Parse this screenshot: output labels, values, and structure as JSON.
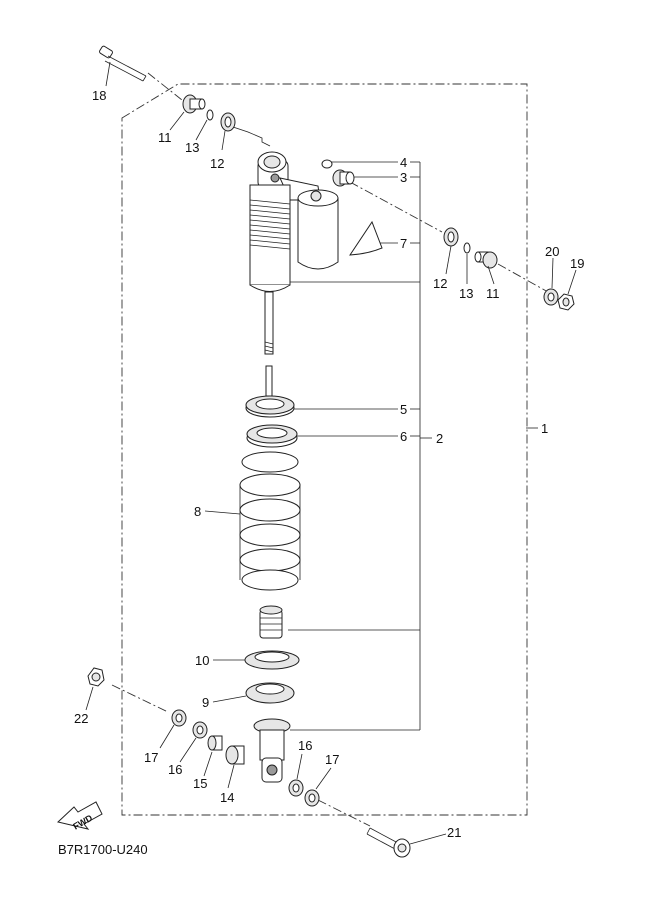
{
  "diagram_code": "B7R1700-U240",
  "fwd_label": "FWD",
  "callouts": {
    "c1": "1",
    "c2": "2",
    "c3": "3",
    "c4": "4",
    "c5": "5",
    "c6": "6",
    "c7": "7",
    "c8": "8",
    "c9": "9",
    "c10": "10",
    "c11a": "11",
    "c11b": "11",
    "c12a": "12",
    "c12b": "12",
    "c13a": "13",
    "c13b": "13",
    "c14": "14",
    "c15": "15",
    "c16a": "16",
    "c16b": "16",
    "c17a": "17",
    "c17b": "17",
    "c18": "18",
    "c19": "19",
    "c20": "20",
    "c21": "21",
    "c22": "22"
  }
}
